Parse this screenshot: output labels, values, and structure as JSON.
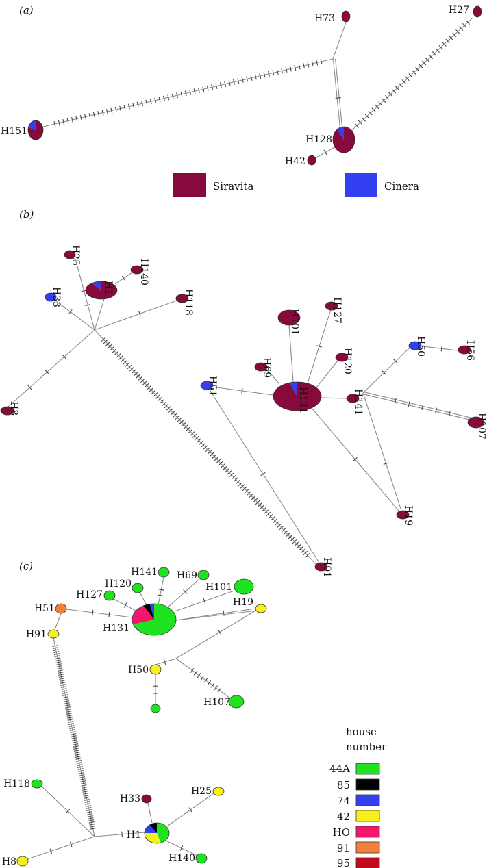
{
  "colors": {
    "siravita": "#860b3c",
    "cinera": "#3240f2",
    "h44A": "#1ee31e",
    "h85": "#000000",
    "h74": "#3240f2",
    "h42": "#f7f01e",
    "hHO": "#f5156b",
    "h91": "#f0803a",
    "h95": "#c10a1e"
  },
  "panels": [
    {
      "id": "a",
      "label": "(a)",
      "nodes": [
        {
          "id": "H73",
          "label": "H73",
          "color": "siravita"
        },
        {
          "id": "H27",
          "label": "H27",
          "color": "siravita"
        },
        {
          "id": "H151",
          "label": "H151",
          "pie": [
            {
              "color": "siravita",
              "frac": 0.8
            },
            {
              "color": "cinera",
              "frac": 0.2
            }
          ]
        },
        {
          "id": "H128",
          "label": "H128",
          "pie": [
            {
              "color": "siravita",
              "frac": 0.9
            },
            {
              "color": "cinera",
              "frac": 0.1
            }
          ]
        },
        {
          "id": "H42",
          "label": "H42",
          "color": "siravita"
        }
      ],
      "legend": [
        {
          "label": "Siravita",
          "color": "siravita"
        },
        {
          "label": "Cinera",
          "color": "cinera"
        }
      ]
    },
    {
      "id": "b",
      "label": "(b)",
      "nodes": [
        {
          "id": "H25",
          "label": "H25",
          "color": "siravita"
        },
        {
          "id": "H140",
          "label": "H140",
          "color": "siravita"
        },
        {
          "id": "H1",
          "label": "H1",
          "pie": [
            {
              "color": "siravita",
              "frac": 0.9
            },
            {
              "color": "cinera",
              "frac": 0.1
            }
          ]
        },
        {
          "id": "H118",
          "label": "H118",
          "color": "siravita"
        },
        {
          "id": "H33",
          "label": "H33",
          "color": "cinera"
        },
        {
          "id": "H8",
          "label": "H8",
          "color": "siravita"
        },
        {
          "id": "H101",
          "label": "H101",
          "color": "siravita"
        },
        {
          "id": "H127",
          "label": "H127",
          "color": "siravita"
        },
        {
          "id": "H69",
          "label": "H69",
          "color": "siravita"
        },
        {
          "id": "H120",
          "label": "H120",
          "color": "siravita"
        },
        {
          "id": "H131",
          "label": "H131",
          "pie": [
            {
              "color": "siravita",
              "frac": 0.95
            },
            {
              "color": "cinera",
              "frac": 0.05
            }
          ]
        },
        {
          "id": "H51",
          "label": "H51",
          "color": "cinera"
        },
        {
          "id": "H141",
          "label": "H141",
          "color": "siravita"
        },
        {
          "id": "H50",
          "label": "H50",
          "color": "cinera"
        },
        {
          "id": "H56",
          "label": "H56",
          "color": "siravita"
        },
        {
          "id": "H107",
          "label": "H107",
          "color": "siravita"
        },
        {
          "id": "H19",
          "label": "H19",
          "color": "siravita"
        },
        {
          "id": "H91",
          "label": "H91",
          "color": "siravita"
        }
      ]
    },
    {
      "id": "c",
      "label": "(c)",
      "nodes": [
        {
          "id": "H141",
          "label": "H141",
          "color": "h44A"
        },
        {
          "id": "H69",
          "label": "H69",
          "color": "h44A"
        },
        {
          "id": "H120",
          "label": "H120",
          "color": "h44A"
        },
        {
          "id": "H101",
          "label": "H101",
          "color": "h44A"
        },
        {
          "id": "H127",
          "label": "H127",
          "color": "h44A"
        },
        {
          "id": "H51",
          "label": "H51",
          "color": "h91"
        },
        {
          "id": "H131",
          "label": "H131",
          "pie": [
            {
              "color": "h44A",
              "frac": 0.7
            },
            {
              "color": "hHO",
              "frac": 0.22
            },
            {
              "color": "h85",
              "frac": 0.05
            },
            {
              "color": "h74",
              "frac": 0.03
            }
          ]
        },
        {
          "id": "H19",
          "label": "H19",
          "color": "h42"
        },
        {
          "id": "H91",
          "label": "H91",
          "color": "h42"
        },
        {
          "id": "H50",
          "label": "H50",
          "color": "h42"
        },
        {
          "id": "H107",
          "label": "H107",
          "color": "h44A"
        },
        {
          "id": "U1",
          "label": "",
          "color": "h44A"
        },
        {
          "id": "H118",
          "label": "H118",
          "color": "h44A"
        },
        {
          "id": "H33",
          "label": "H33",
          "color": "siravita"
        },
        {
          "id": "H25",
          "label": "H25",
          "color": "h42"
        },
        {
          "id": "H1",
          "label": "H1",
          "pie": [
            {
              "color": "h44A",
              "frac": 0.45
            },
            {
              "color": "h42",
              "frac": 0.3
            },
            {
              "color": "h74",
              "frac": 0.15
            },
            {
              "color": "h85",
              "frac": 0.1
            }
          ]
        },
        {
          "id": "H140",
          "label": "H140",
          "color": "h44A"
        },
        {
          "id": "H8",
          "label": "H8",
          "color": "h42"
        }
      ],
      "legend_title": [
        "house",
        "number"
      ],
      "legend": [
        {
          "label": "44A",
          "color": "h44A"
        },
        {
          "label": "85",
          "color": "h85"
        },
        {
          "label": "74",
          "color": "h74"
        },
        {
          "label": "42",
          "color": "h42"
        },
        {
          "label": "HO",
          "color": "hHO"
        },
        {
          "label": "91",
          "color": "h91"
        },
        {
          "label": "95",
          "color": "h95"
        }
      ]
    }
  ]
}
